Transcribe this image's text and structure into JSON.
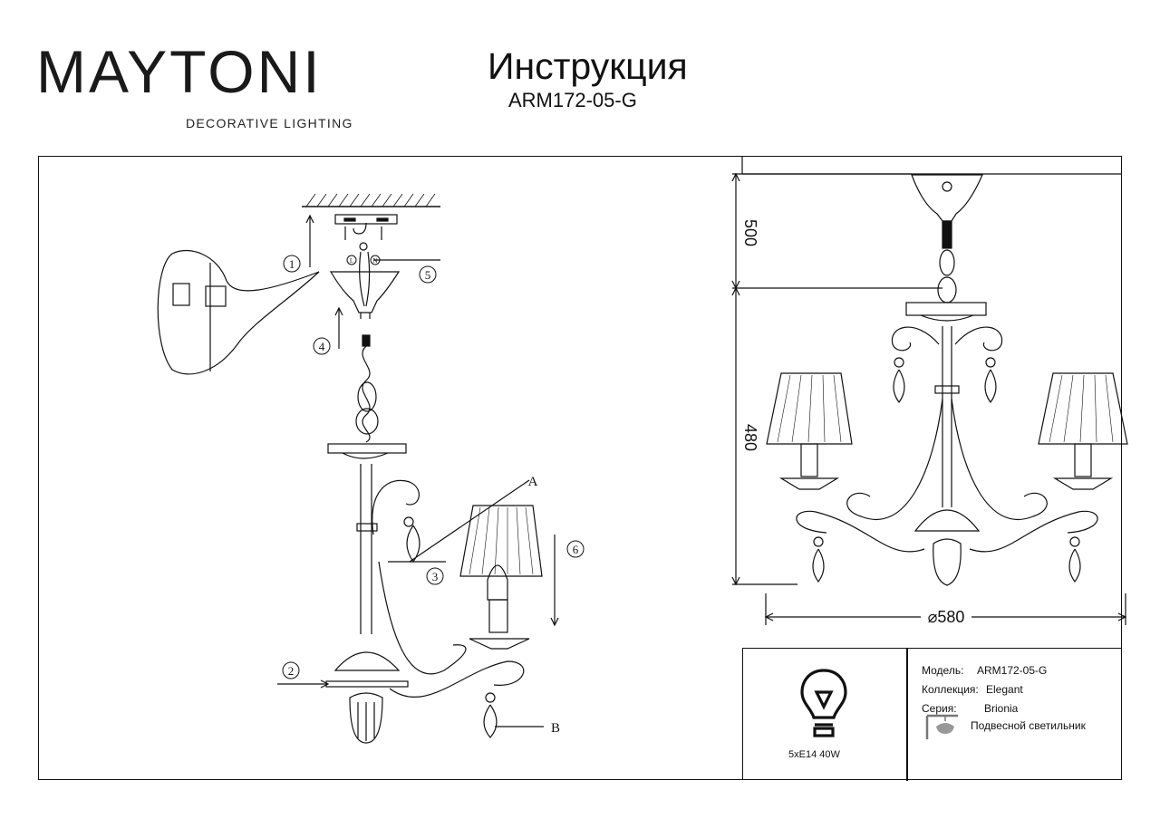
{
  "header": {
    "brand": "MAYTONI",
    "brand_sub": "DECORATIVE LIGHTING",
    "title": "Инструкция",
    "model_code": "ARM172-05-G"
  },
  "assembly": {
    "steps": [
      "1",
      "2",
      "3",
      "4",
      "5",
      "6"
    ],
    "parts": [
      "A",
      "B"
    ],
    "wires": [
      "L",
      "N"
    ]
  },
  "dimensions": {
    "chain": "500",
    "body": "480",
    "diameter": "⌀580"
  },
  "info": {
    "power": "5xE14 40W",
    "model_label": "Модель:",
    "model_value": "ARM172-05-G",
    "collection_label": "Коллекция:",
    "collection_value": "Elegant",
    "series_label": "Серия:",
    "series_value": "Brionia",
    "type_value": "Подвесной светильник"
  },
  "colors": {
    "accent": "#7a1f5c",
    "ink": "#111111"
  }
}
